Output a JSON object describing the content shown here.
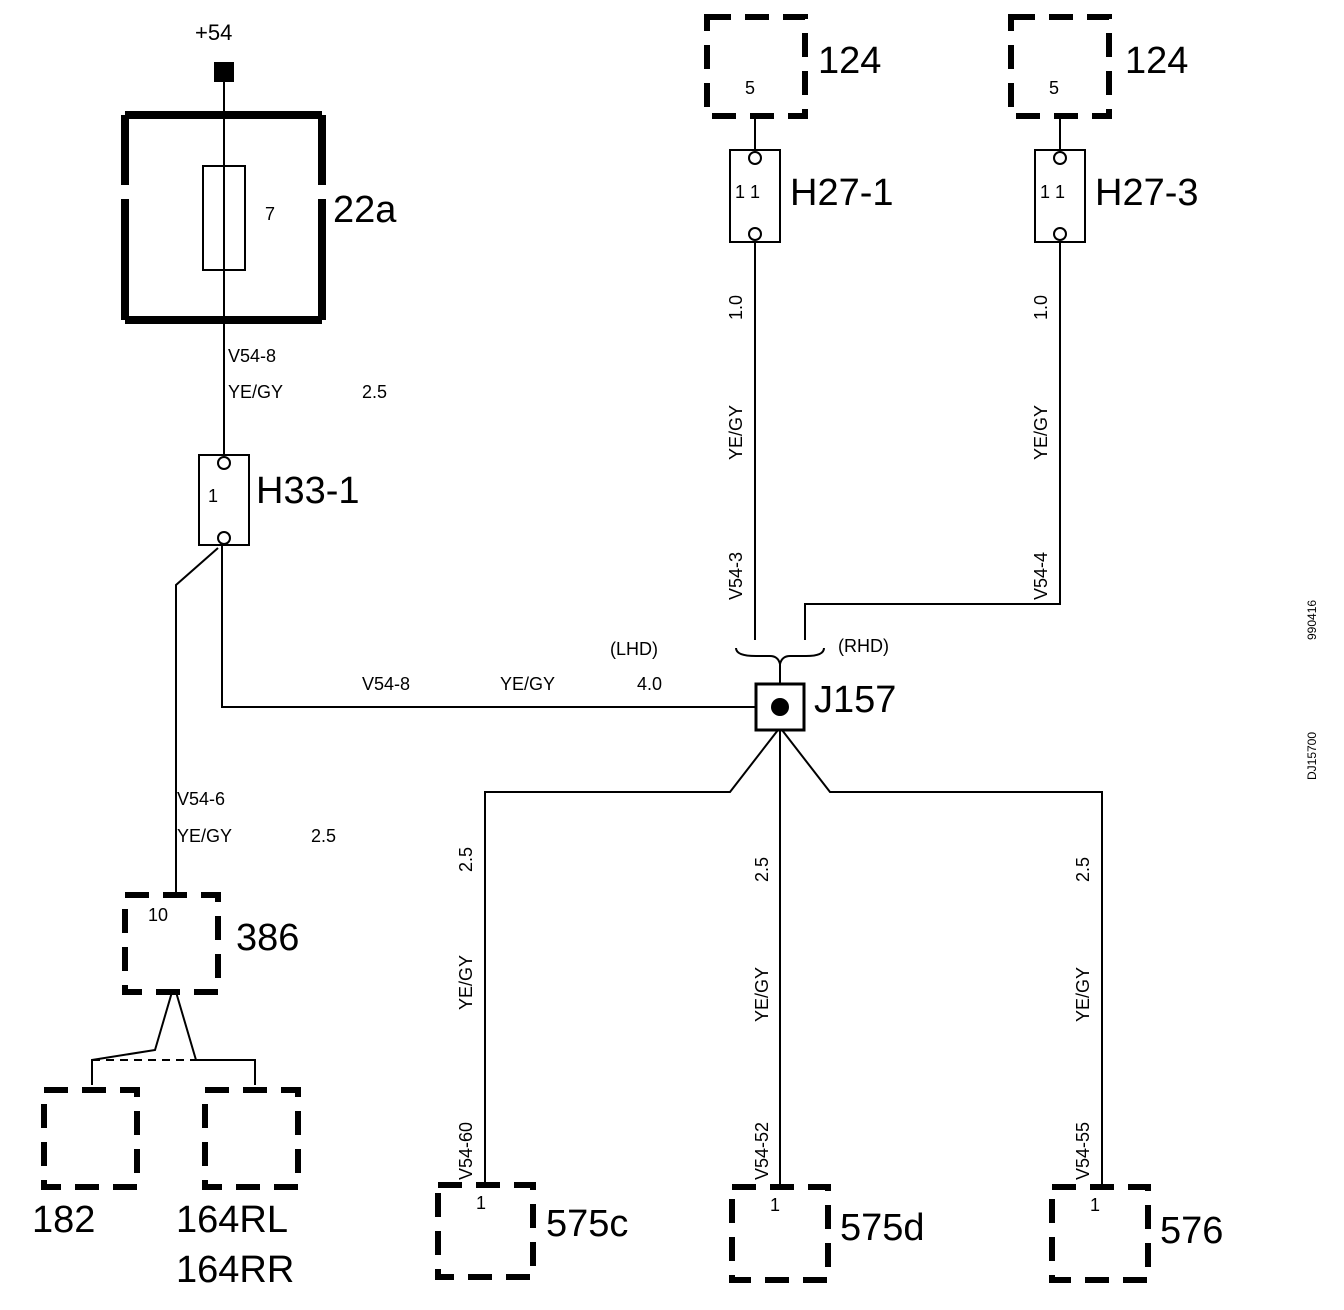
{
  "supply": {
    "label": "+54"
  },
  "fuse": {
    "id": "22a",
    "number": "7"
  },
  "wires": {
    "fuse_out": {
      "circuit": "V54-8",
      "color": "YE/GY",
      "size": "2.5"
    },
    "main": {
      "circuit": "V54-8",
      "color": "YE/GY",
      "size": "4.0"
    },
    "to_386": {
      "circuit": "V54-6",
      "color": "YE/GY",
      "size": "2.5"
    },
    "lhd": {
      "circuit": "V54-3",
      "color": "YE/GY",
      "size": "1.0"
    },
    "rhd": {
      "circuit": "V54-4",
      "color": "YE/GY",
      "size": "1.0"
    },
    "to_575c": {
      "circuit": "V54-60",
      "color": "YE/GY",
      "size": "2.5"
    },
    "to_575d": {
      "circuit": "V54-52",
      "color": "YE/GY",
      "size": "2.5"
    },
    "to_576": {
      "circuit": "V54-55",
      "color": "YE/GY",
      "size": "2.5"
    }
  },
  "connectors": {
    "h33": {
      "id": "H33-1",
      "pin": "1"
    },
    "h27_1": {
      "id": "H27-1",
      "pin": "1 1"
    },
    "h27_3": {
      "id": "H27-3",
      "pin": "1 1"
    }
  },
  "splice": {
    "id": "J157",
    "lhd": "(LHD)",
    "rhd": "(RHD)"
  },
  "components": {
    "c124_left": {
      "id": "124",
      "pin": "5"
    },
    "c124_right": {
      "id": "124",
      "pin": "5"
    },
    "c386": {
      "id": "386",
      "pin": "10"
    },
    "c182": {
      "id": "182"
    },
    "c164": {
      "id_top": "164RL",
      "id_bottom": "164RR"
    },
    "c575c": {
      "id": "575c",
      "pin": "1"
    },
    "c575d": {
      "id": "575d",
      "pin": "1"
    },
    "c576": {
      "id": "576",
      "pin": "1"
    }
  },
  "margin_codes": {
    "date": "990416",
    "drawing": "DJ15700"
  }
}
